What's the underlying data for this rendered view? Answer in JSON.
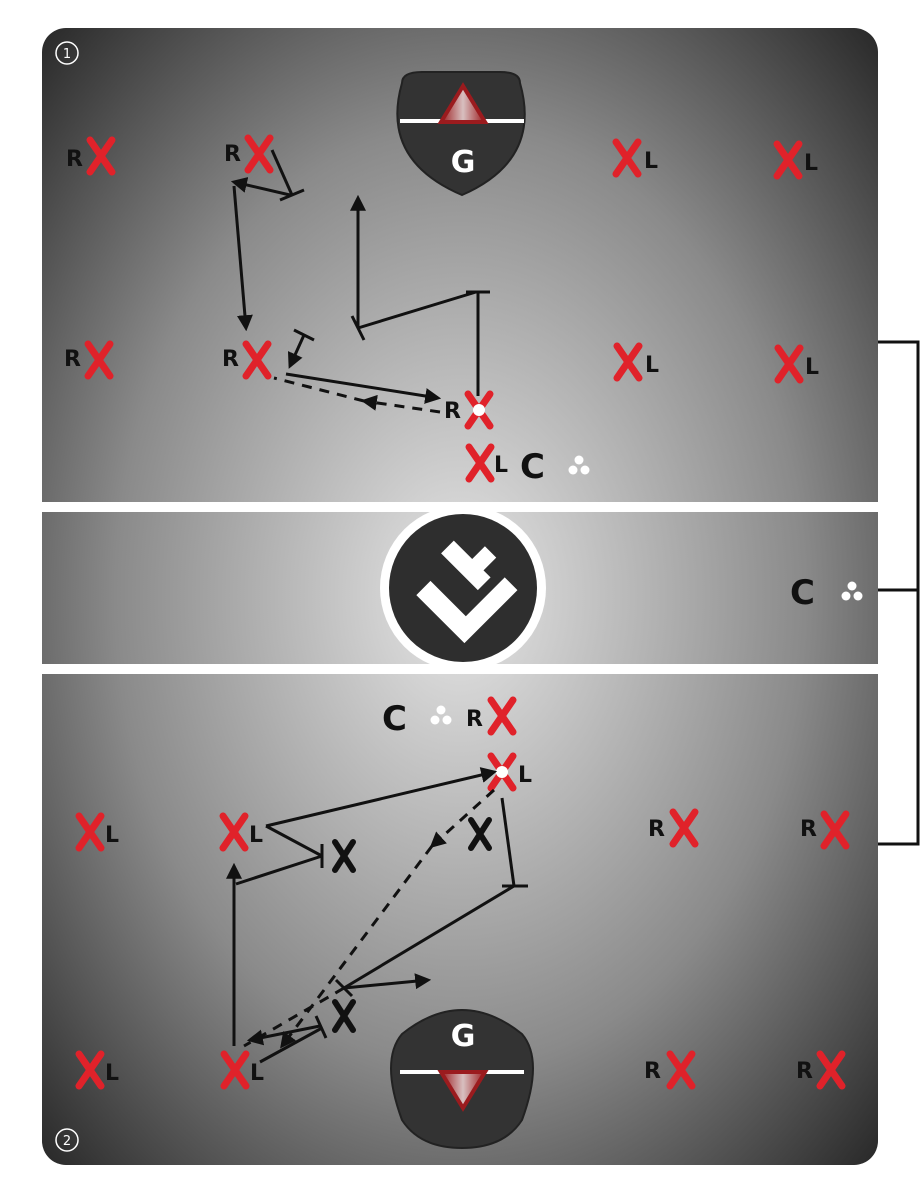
{
  "diagram": {
    "panel_numbers": [
      "1",
      "2"
    ],
    "goal_label": "G",
    "logo_glyph": "LF",
    "colors": {
      "background_light": "#e6e6e6",
      "background_dark": "#1a1a1a",
      "marker_red": "#e0222a",
      "line": "#111111",
      "divider": "#ffffff",
      "goal_fill": "#333333",
      "goal_net": "#9b1b1e"
    },
    "top_half": {
      "markers": [
        {
          "side": "R",
          "name": "top-r-x-1"
        },
        {
          "side": "R",
          "name": "top-r-x-2"
        },
        {
          "side": "L",
          "name": "top-x-l-1"
        },
        {
          "side": "L",
          "name": "top-x-l-2"
        },
        {
          "side": "R",
          "name": "top-r-x-3"
        },
        {
          "side": "R",
          "name": "top-r-x-4"
        },
        {
          "side": "L",
          "name": "top-x-l-3"
        },
        {
          "side": "L",
          "name": "top-x-l-4"
        },
        {
          "side": "R",
          "name": "top-r-x-ball"
        },
        {
          "side": "L",
          "name": "top-x-l-5"
        }
      ],
      "coach_label": "C"
    },
    "midfield": {
      "coach_label": "C"
    },
    "bottom_half": {
      "markers": [
        {
          "side": "R",
          "name": "bottom-r-x-top"
        },
        {
          "side": "L",
          "name": "bottom-x-l-ball"
        },
        {
          "side": "L",
          "name": "bottom-x-l-1"
        },
        {
          "side": "L",
          "name": "bottom-x-l-2"
        },
        {
          "side": "R",
          "name": "bottom-r-x-1"
        },
        {
          "side": "R",
          "name": "bottom-r-x-2"
        },
        {
          "side": "L",
          "name": "bottom-x-l-3"
        },
        {
          "side": "L",
          "name": "bottom-x-l-4"
        },
        {
          "side": "R",
          "name": "bottom-r-x-3"
        },
        {
          "side": "R",
          "name": "bottom-r-x-4"
        }
      ],
      "defender_label": "X",
      "coach_label": "C"
    }
  }
}
